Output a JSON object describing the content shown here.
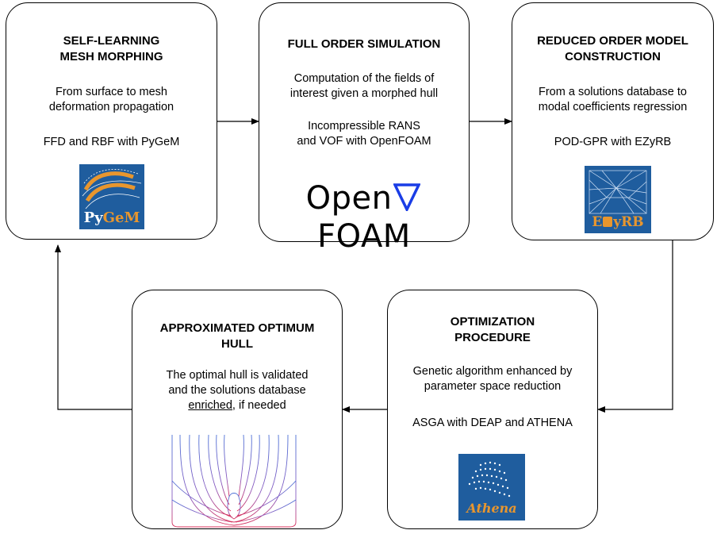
{
  "boxes": {
    "mesh": {
      "title1": "SELF-LEARNING",
      "title2": "MESH MORPHING",
      "desc1": "From surface to mesh",
      "desc2": "deformation propagation",
      "tool": "FFD and RBF with PyGeM",
      "logo_text_a": "Py",
      "logo_text_b": "GeM"
    },
    "fos": {
      "title": "FULL ORDER SIMULATION",
      "desc1": "Computation of the fields of",
      "desc2": "interest given a morphed hull",
      "tool1": "Incompressible RANS",
      "tool2": "and VOF with OpenFOAM",
      "logo_open": "Open",
      "logo_foam": "FOAM"
    },
    "rom": {
      "title1": "REDUCED ORDER MODEL",
      "title2": "CONSTRUCTION",
      "desc1": "From a solutions database to",
      "desc2": "modal coefficients regression",
      "tool": "POD-GPR with EZyRB",
      "logo_text_a": "E",
      "logo_text_b": "yRB"
    },
    "opt": {
      "title1": "OPTIMIZATION",
      "title2": "PROCEDURE",
      "desc1": "Genetic algorithm enhanced by",
      "desc2": "parameter space reduction",
      "tool": "ASGA with DEAP and ATHENA",
      "logo_text": "Athena"
    },
    "hull": {
      "title1": "APPROXIMATED OPTIMUM",
      "title2": "HULL",
      "desc1": "The optimal hull is validated",
      "desc2": "and the solutions database",
      "desc3_u": "enriched,",
      "desc3_rest": " if needed"
    }
  },
  "colors": {
    "logo_blue": "#1f5d9e",
    "logo_orange": "#e8962e",
    "openfoam_blue": "#1a3de6",
    "hull_blue": "#4a6fd6",
    "hull_red": "#d9305a"
  }
}
